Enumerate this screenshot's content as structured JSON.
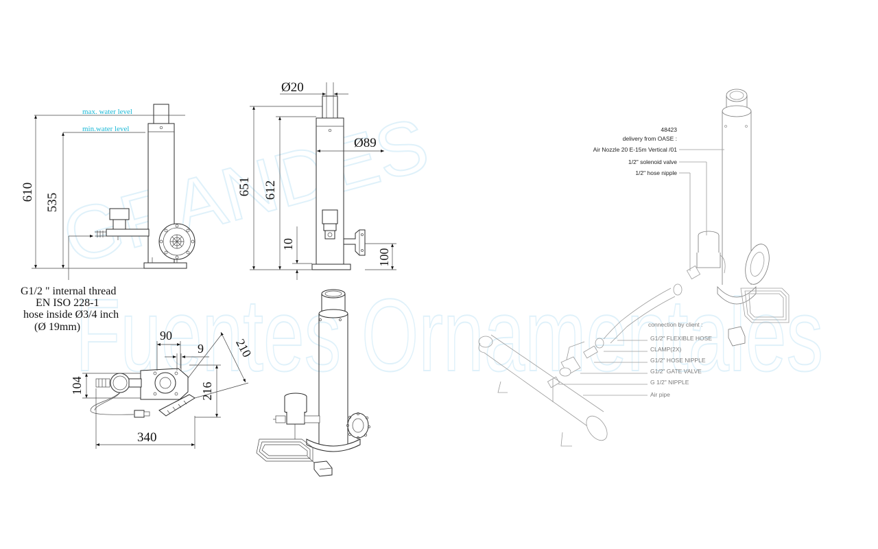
{
  "watermark": {
    "line1": "GRANDES",
    "line2": "Fuentes Ornamentales"
  },
  "front_view": {
    "max_level_label": "max. water level",
    "min_level_label": "min.water level",
    "dim_height_total": "610",
    "dim_height_min": "535",
    "thread_note": [
      "G1/2 \" internal thread",
      "EN ISO 228-1",
      "hose inside Ø3/4 inch",
      "(Ø 19mm)"
    ]
  },
  "side_view": {
    "dim_top_dia": "Ø20",
    "dim_body_dia": "Ø89",
    "dim_height_total": "651",
    "dim_height_inner": "612",
    "dim_base": "10",
    "dim_flange": "100"
  },
  "top_view": {
    "dim_90": "90",
    "dim_9": "9",
    "dim_210": "210",
    "dim_104": "104",
    "dim_216": "216",
    "dim_340": "340"
  },
  "assembly": {
    "part_no": "48423",
    "delivery": "delivery from OASE :",
    "nozzle": "Air Nozzle 20 E-15m Vertical /01",
    "solenoid": "1/2\" solenoid valve",
    "hose_nipple_top": "1/2\" hose nipple",
    "client_header": "connection by client :",
    "client_items": [
      "G1/2\" FLEXIBLE HOSE",
      "CLAMP(2X)",
      "G1/2\" HOSE NIPPLE",
      "G1/2\" GATE VALVE",
      "G 1/2\" NIPPLE",
      "Air pipe"
    ]
  }
}
